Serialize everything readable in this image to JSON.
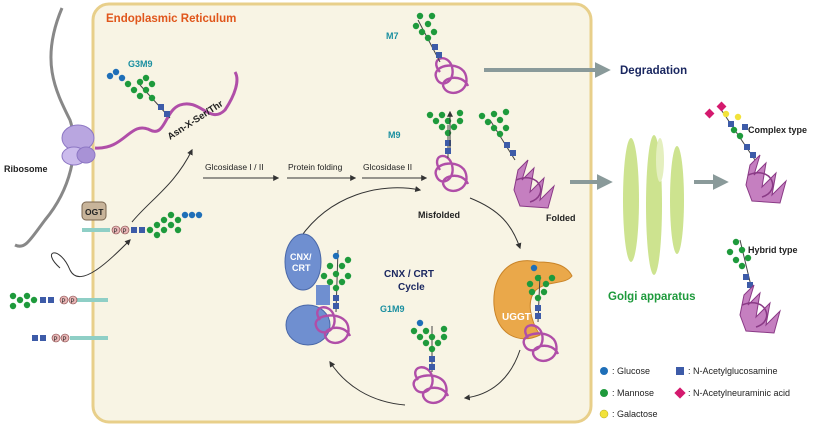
{
  "er": {
    "title": "Endoplasmic Reticulum"
  },
  "labels": {
    "ribosome": "Ribosome",
    "ogt": "OGT",
    "g3m9": "G3M9",
    "motif": "Asn-X-Ser/Thr",
    "glcI": "Glcosidase I / II",
    "folding": "Protein folding",
    "glcII": "Glcosidase II",
    "m7": "M7",
    "m9": "M9",
    "degradation": "Degradation",
    "misfolded": "Misfolded",
    "folded": "Folded",
    "cnxcrt": "CNX/\nCRT",
    "cycle_line1": "CNX / CRT",
    "cycle_line2": "Cycle",
    "g1m9": "G1M9",
    "uggt": "UGGT",
    "golgi": "Golgi apparatus",
    "complex": "Complex type",
    "hybrid": "Hybrid type",
    "p": "P"
  },
  "legend": {
    "glucose": ": Glucose",
    "mannose": ": Mannose",
    "galactose": ": Galactose",
    "glcnac": ": N-Acetylglucosamine",
    "neuac": ": N-Acetylneuraminic acid"
  },
  "colors": {
    "er_fill": "#f8f4e4",
    "er_border": "#e8cf8a",
    "er_title": "#e0561b",
    "glucose": "#1f6fb8",
    "mannose": "#1e9a3c",
    "galactose": "#f2e23a",
    "glcnac": "#3d5ba8",
    "neuac": "#d4196e",
    "protein": "#b04ea8",
    "golgi": "#cde38f",
    "golgi_text": "#1e9a3c",
    "teal_text": "#1a8fa0",
    "dark_text": "#1a2760",
    "arrow_gray": "#8a9a9a"
  },
  "icons": [
    "arrow-icon",
    "glycan-icon",
    "protein-icon",
    "ribosome-icon"
  ]
}
